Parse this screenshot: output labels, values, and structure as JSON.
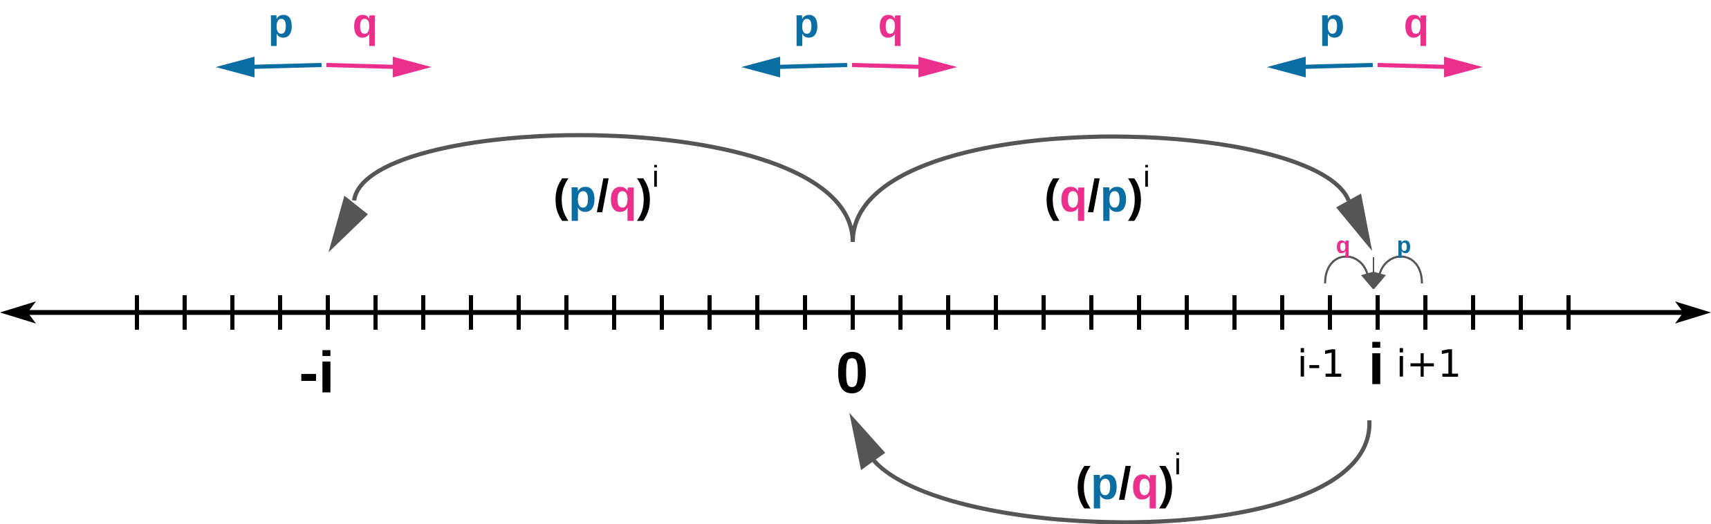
{
  "colors": {
    "p": "#0a6ea3",
    "q": "#ea2f8c",
    "axis": "#000000",
    "arc": "#555555",
    "text": "#000000"
  },
  "direction_labels": {
    "p": "p",
    "q": "q"
  },
  "axis_labels": {
    "neg_i": "-i",
    "zero": "0",
    "i_minus_1": "i-1",
    "i": "i",
    "i_plus_1": "i+1"
  },
  "arc_labels": {
    "left": {
      "open": "(",
      "a": "p",
      "slash": "/",
      "b": "q",
      "close": ")",
      "exp": "i"
    },
    "right": {
      "open": "(",
      "a": "q",
      "slash": "/",
      "b": "p",
      "close": ")",
      "exp": "i"
    },
    "bottom": {
      "open": "(",
      "a": "p",
      "slash": "/",
      "b": "q",
      "close": ")",
      "exp": "i"
    }
  },
  "small_step_labels": {
    "left": "q",
    "right": "p"
  }
}
